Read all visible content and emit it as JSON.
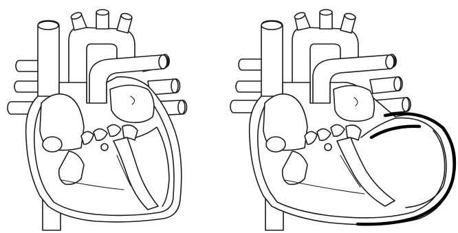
{
  "figure": {
    "panels": [
      {
        "id": "left",
        "variant": "normal"
      },
      {
        "id": "right",
        "variant": "enlarged left ventricle"
      }
    ],
    "colors": {
      "line": "#1a1a1a",
      "background": "#ffffff",
      "thick_wall": "#000000"
    }
  }
}
